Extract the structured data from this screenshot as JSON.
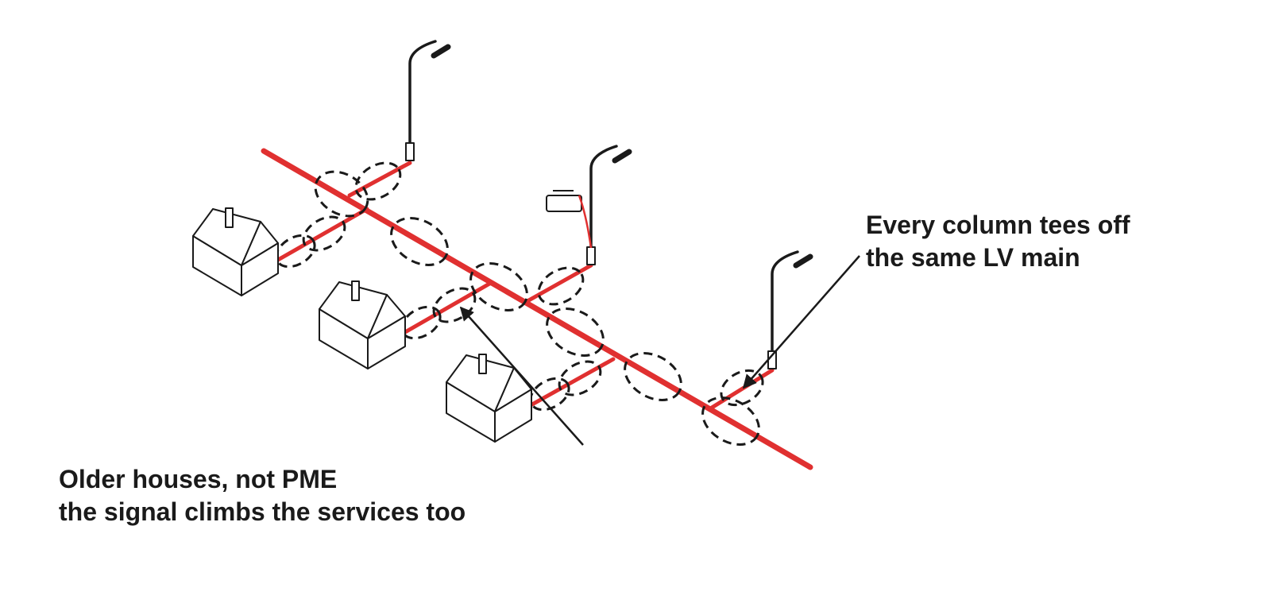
{
  "diagram": {
    "annotations": {
      "right": {
        "line1": "Every column tees off",
        "line2": "the same LV main"
      },
      "left": {
        "line1": "Older houses, not PME",
        "line2": "the signal climbs the services too"
      }
    },
    "colors": {
      "main_cable": "#e03030",
      "outline": "#1a1a1a",
      "background": "#ffffff"
    },
    "icons": [
      "street-lamp-icon",
      "house-icon",
      "lamp-bracket-icon",
      "arrow-head-icon"
    ]
  }
}
